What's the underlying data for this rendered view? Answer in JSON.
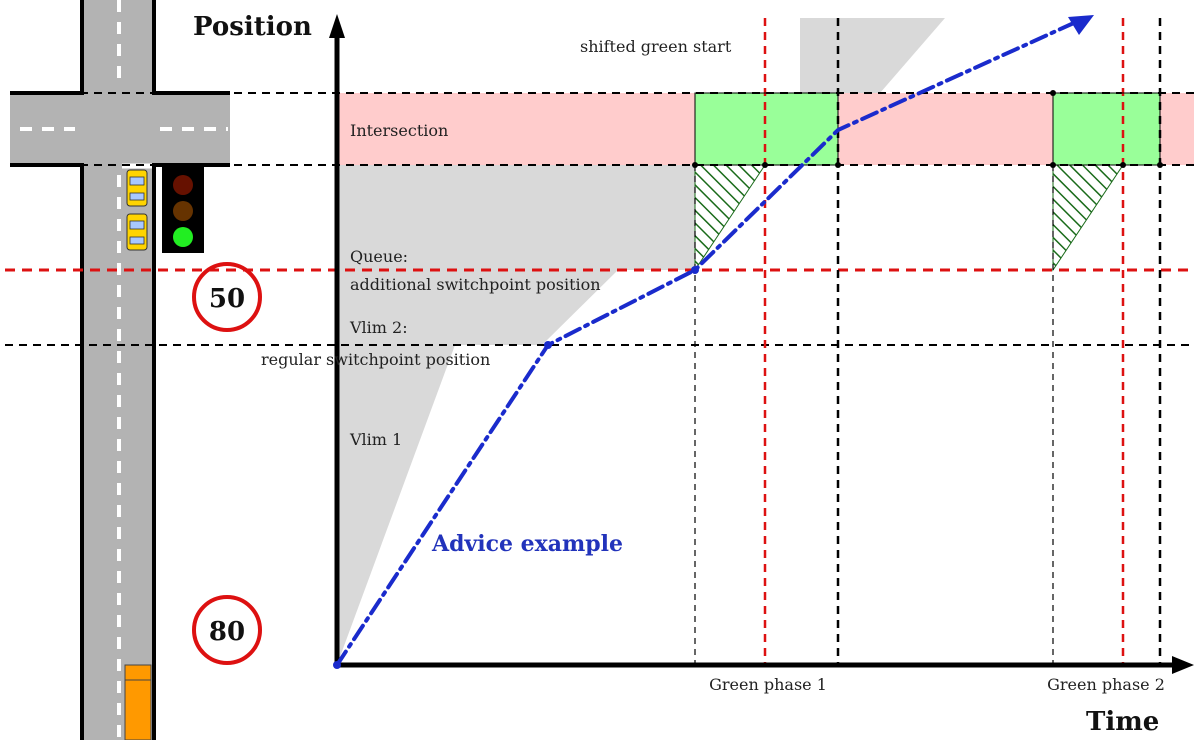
{
  "diagram": {
    "y_axis_title": "Position",
    "x_axis_title": "Time",
    "labels": {
      "shifted_green_start": "shifted green start",
      "intersection": "Intersection",
      "queue_1": "Queue:",
      "queue_2": "additional switchpoint position",
      "vlim2_1": "Vlim 2:",
      "vlim2_2": "regular switchpoint position",
      "vlim1": "Vlim 1",
      "advice": "Advice example",
      "green_phase_1": "Green phase 1",
      "green_phase_2": "Green phase 2"
    },
    "speed_signs": [
      "50",
      "80"
    ],
    "traffic_light": {
      "active": "green"
    },
    "colors": {
      "intersection": "#ffcccc",
      "green_phase": "#99ff99",
      "queue_area": "#d9d9d9",
      "advice_line": "#1a2bcc",
      "switch_line": "#dd1111",
      "hatch": "#1a6b1a"
    }
  }
}
